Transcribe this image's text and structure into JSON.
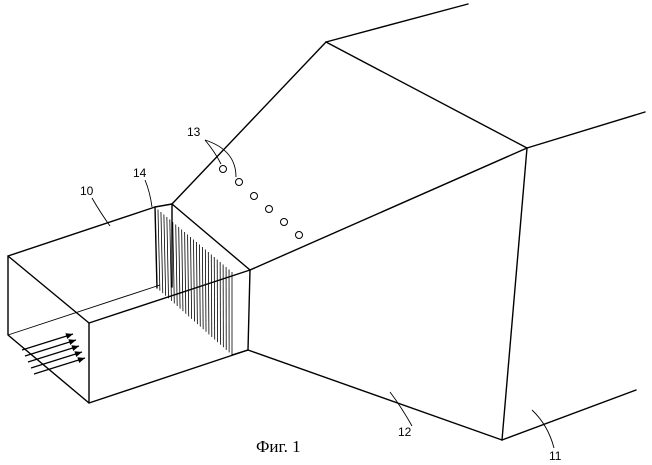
{
  "figure": {
    "caption": "Фиг. 1",
    "labels": {
      "duct_inlet": "10",
      "duct_outlet": "11",
      "diffuser": "12",
      "openings": "13",
      "grid": "14"
    }
  }
}
